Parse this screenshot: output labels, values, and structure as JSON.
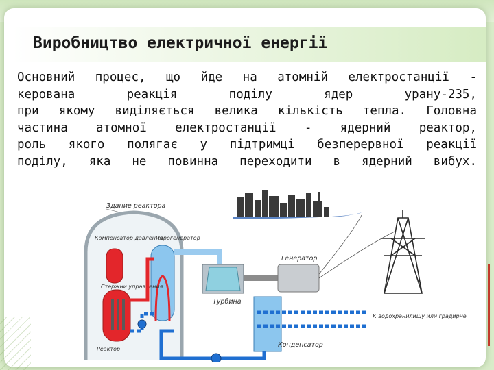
{
  "slide": {
    "title": "Виробництво електричної енергії",
    "paragraph_lines": [
      "Основний процес, що йде на атомній електростанції -",
      "керована реакція поділу ядер урану-235,",
      "при якому виділяється велика кількість тепла. Головна",
      "частина атомної електростанції - ядерний реактор,",
      "роль якого полягає у підтримці безперервної реакції",
      "поділу, яка не повинна переходити в ядерний вибух."
    ]
  },
  "diagram": {
    "labels": {
      "building": "Здание реактора",
      "pressurizer": "Компенсатор давления",
      "steam_generator": "Парогенератор",
      "control_rods": "Стержни управления",
      "reactor": "Реактор",
      "generator": "Генератор",
      "turbine": "Турбина",
      "condenser": "Конденсатор",
      "cooling": "К водохранилищу или градирне"
    },
    "colors": {
      "hot": "#e3262b",
      "cold": "#1f6fd1",
      "water": "#8cc6ee",
      "steel": "#b9c4cc"
    }
  }
}
